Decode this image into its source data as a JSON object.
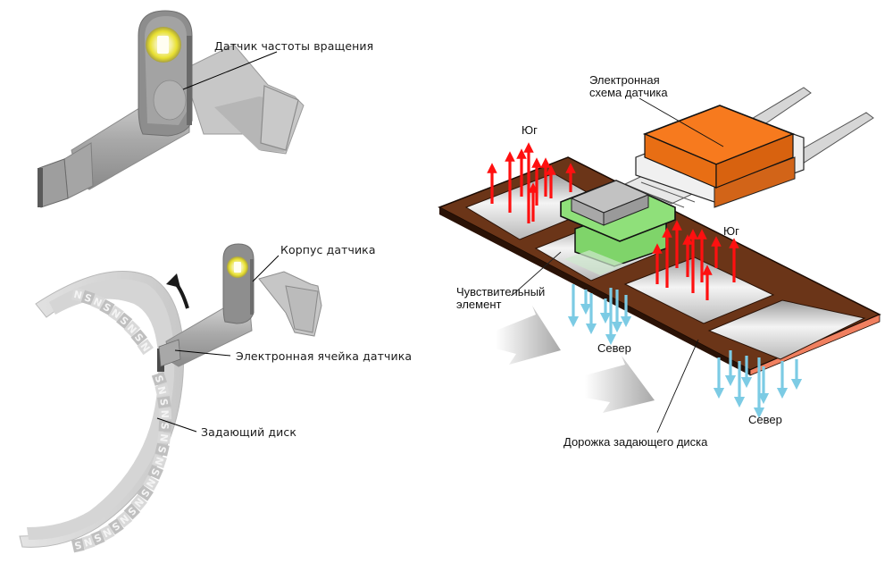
{
  "left_panel": {
    "top_sensor": {
      "label": "Датчик частоты вращения"
    },
    "bottom_assembly": {
      "label_housing": "Корпус датчика",
      "label_cell": "Электронная ячейка датчика",
      "label_disc": "Задающий диск",
      "disc_pole_letters": [
        "N",
        "S"
      ],
      "rotation_arrow": "rotation-arrow-icon"
    }
  },
  "right_panel": {
    "label_circuit_line1": "Электронная",
    "label_circuit_line2": "схема датчика",
    "label_south_1": "Юг",
    "label_south_2": "Юг",
    "label_sensing_line1": "Чувствительный",
    "label_sensing_line2": "элемент",
    "label_north_1": "Север",
    "label_north_2": "Север",
    "label_track": "Дорожка задающего диска",
    "colors": {
      "south_arrows": "#ff1010",
      "north_arrows": "#7ccbe4",
      "circuit_body": "#f77a1e",
      "sensing_element": "#8fe07a",
      "track": "#6b3518",
      "track_edge": "#f08060",
      "sensor_yellow": "#e8e030"
    }
  }
}
